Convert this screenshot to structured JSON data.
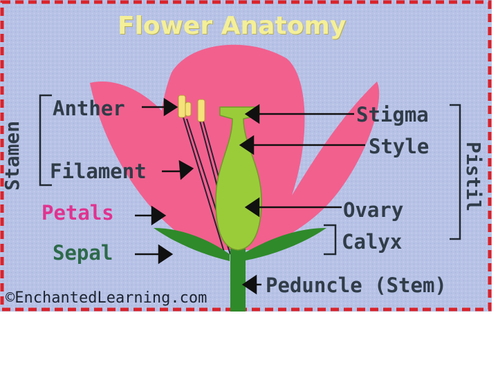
{
  "title": "Flower Anatomy",
  "labels": {
    "stamen": "Stamen",
    "anther": "Anther",
    "filament": "Filament",
    "petals": "Petals",
    "sepal": "Sepal",
    "stigma": "Stigma",
    "style": "Style",
    "pistil": "Pistil",
    "ovary": "Ovary",
    "calyx": "Calyx",
    "peduncle": "Peduncle (Stem)"
  },
  "credit": "©EnchantedLearning.com",
  "colors": {
    "background": "#b7c2e6",
    "border_red": "#d9232a",
    "petal": "#f2608e",
    "pistil": "#9acc3a",
    "sepal_stem": "#2f8a2a",
    "anther": "#f5e27a",
    "title": "#f4ef98",
    "label_dark": "#303c48",
    "label_pink": "#e0338f",
    "label_green": "#2d6a4a"
  }
}
